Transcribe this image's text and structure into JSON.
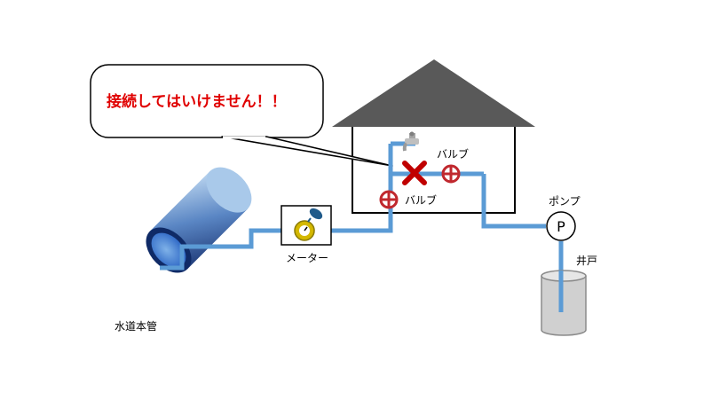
{
  "callout": {
    "text": "接続してはいけません！！",
    "color": "#e00000"
  },
  "labels": {
    "valve_upper": "バルブ",
    "valve_lower": "バルブ",
    "pump": "ポンプ",
    "pump_symbol": "P",
    "meter": "メーター",
    "well": "井戸",
    "main_pipe": "水道本管"
  },
  "colors": {
    "pipe": "#5b9bd5",
    "house_roof": "#595959",
    "valve": "#c0282e",
    "cross": "#c00000",
    "well": "#d0d0d0",
    "main_pipe_dark": "#1f3a78",
    "main_pipe_light": "#a9c9ea"
  }
}
